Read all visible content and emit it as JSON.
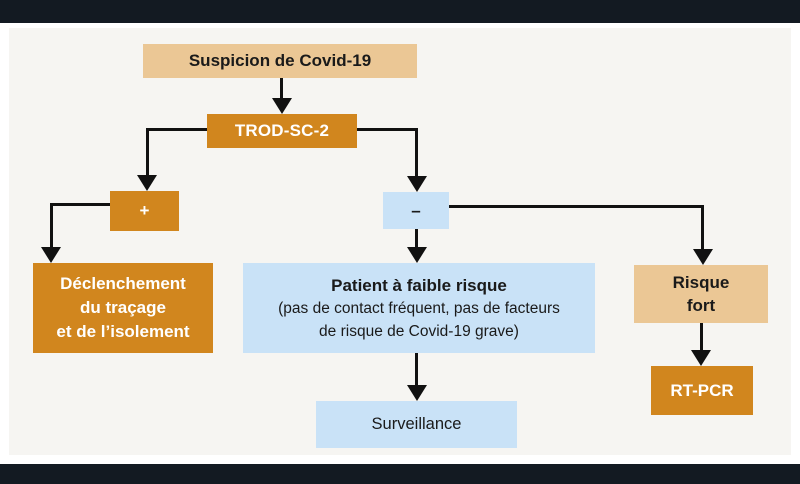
{
  "palette": {
    "frame_dark": "#131A22",
    "canvas_bg": "#F6F5F2",
    "orange": "#D1861E",
    "tan": "#EBC795",
    "light_blue": "#C9E2F7",
    "arrow_black": "#111111",
    "text_on_orange": "#FFFFFF",
    "text_on_light": "#1A1A1A"
  },
  "flowchart": {
    "nodes": {
      "suspicion": {
        "label": "Suspicion de Covid-19"
      },
      "trod": {
        "label": "TROD-SC-2"
      },
      "plus": {
        "label": "+"
      },
      "minus": {
        "label": "–"
      },
      "declenchement": {
        "lines": [
          "Déclenchement",
          "du traçage",
          "et de l’isolement"
        ]
      },
      "patient_faible_risque": {
        "title": "Patient à faible risque",
        "lines": [
          "(pas de contact fréquent, pas de facteurs",
          "de risque de Covid-19 grave)"
        ]
      },
      "risque_fort": {
        "lines": [
          "Risque",
          "fort"
        ]
      },
      "rt_pcr": {
        "label": "RT-PCR"
      },
      "surveillance": {
        "label": "Surveillance"
      }
    },
    "edges": [
      {
        "from": "suspicion",
        "to": "trod"
      },
      {
        "from": "trod",
        "to": "plus"
      },
      {
        "from": "trod",
        "to": "minus"
      },
      {
        "from": "plus",
        "to": "declenchement"
      },
      {
        "from": "minus",
        "to": "patient_faible_risque"
      },
      {
        "from": "minus",
        "to": "risque_fort"
      },
      {
        "from": "patient_faible_risque",
        "to": "surveillance"
      },
      {
        "from": "risque_fort",
        "to": "rt_pcr"
      }
    ]
  }
}
